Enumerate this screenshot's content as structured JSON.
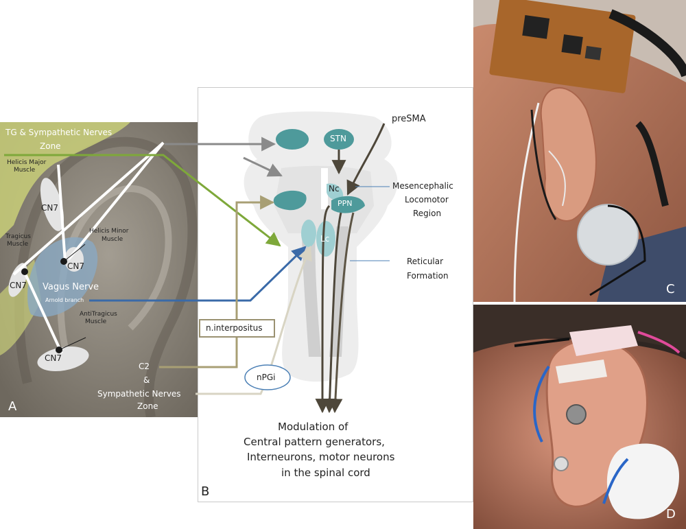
{
  "panel_labels": {
    "a": "A",
    "b": "B",
    "c": "C",
    "d": "D"
  },
  "ear_diagram": {
    "zone_top": "TG & Sympathetic Nerves",
    "zone_top_line2": "Zone",
    "helicis_major_l1": "Helicis Major",
    "helicis_major_l2": "Muscle",
    "helicis_minor_l1": "Helicis Minor",
    "helicis_minor_l2": "Muscle",
    "tragicus_l1": "Tragicus",
    "tragicus_l2": "Muscle",
    "antitragicus_l1": "AntiTragicus",
    "antitragicus_l2": "Muscle",
    "cn7": "CN7",
    "vagus": "Vagus Nerve",
    "arnold": "Arnold branch",
    "c2": "C2",
    "ampersand": "&",
    "zone_bottom_l1": "Sympathetic Nerves",
    "zone_bottom_l2": "Zone"
  },
  "brainstem": {
    "stn": "STN",
    "nc": "Nc",
    "ppn": "PPN",
    "lc": "Lc",
    "presma": "preSMA",
    "mlr_l1": "Mesencephalic",
    "mlr_l2": "Locomotor",
    "mlr_l3": "Region",
    "rf_l1": "Reticular",
    "rf_l2": "Formation",
    "interpositus": "n.interpositus",
    "npgi": "nPGi",
    "mod_l1": "Modulation of",
    "mod_l2": "Central pattern generators,",
    "mod_l3": "Interneurons, motor neurons",
    "mod_l4": "in the spinal cord"
  },
  "colors": {
    "teal": "#4e9a9b",
    "teal_light": "#9fcfd2",
    "green": "#7ea83a",
    "khaki": "#a89f74",
    "blue": "#3a6aa8",
    "dark_brown": "#4e473a",
    "gray": "#8a8a8a"
  }
}
